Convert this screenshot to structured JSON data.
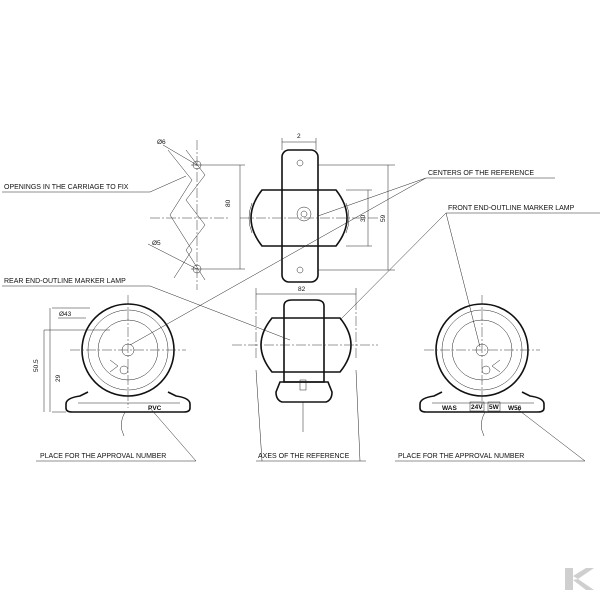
{
  "labels": {
    "openings": "OPENINGS IN THE CARRIAGE TO FIX",
    "centers": "CENTERS OF THE REFERENCE",
    "front_lamp": "FRONT END-OUTLINE MARKER LAMP",
    "rear_lamp": "REAR END-OUTLINE MARKER LAMP",
    "approval_left": "PLACE FOR THE APPROVAL NUMBER",
    "axes": "AXES OF THE REFERENCE",
    "approval_right": "PLACE FOR THE APPROVAL NUMBER"
  },
  "dimensions": {
    "phi6": "Ø6",
    "phi5": "Ø5",
    "d80": "80",
    "top2": "2",
    "d30": "30",
    "d59": "59",
    "d82": "82",
    "phi43": "Ø43",
    "d505": "50.5",
    "d29": "29"
  },
  "markings": {
    "pvc": "PVC",
    "was": "WAS",
    "v24": "24V",
    "w5": "5W",
    "w56": "W56"
  },
  "logo": {
    "name": "kramp-logo",
    "color": "#cfcfcf"
  }
}
